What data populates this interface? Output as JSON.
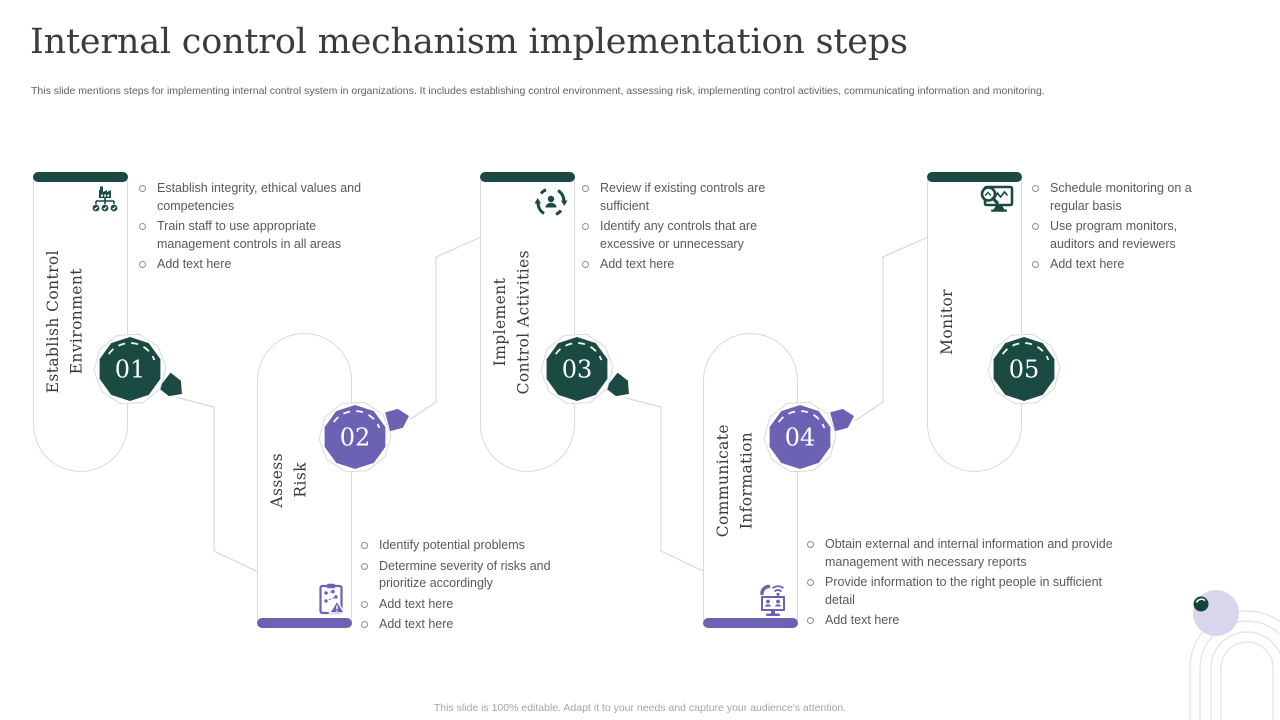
{
  "slide": {
    "title": "Internal control mechanism implementation steps",
    "subtitle": "This slide mentions steps for implementing internal control system in organizations. It includes establishing control environment, assessing risk, implementing control activities, communicating information and monitoring.",
    "footer": "This slide is 100% editable. Adapt it to your needs and capture your audience's attention."
  },
  "colors": {
    "teal": "#1a4a42",
    "purple": "#6c62b4",
    "lavender": "#d9d5ec",
    "outline_gray": "#dadada",
    "body_text": "#595959"
  },
  "steps": [
    {
      "number": "01",
      "theme": "teal",
      "label_lines": [
        "Establish Control",
        "Environment"
      ],
      "icon": "org-chart-icon",
      "bullets": [
        "Establish integrity, ethical values and competencies",
        "Train staff to use appropriate management controls in all areas",
        "Add text here"
      ]
    },
    {
      "number": "02",
      "theme": "purple",
      "label_lines": [
        "Assess",
        "Risk"
      ],
      "icon": "risk-assessment-icon",
      "bullets": [
        "Identify potential problems",
        "Determine severity of risks and prioritize accordingly",
        "Add text here",
        "Add text here"
      ]
    },
    {
      "number": "03",
      "theme": "teal",
      "label_lines": [
        "Implement",
        "Control Activities"
      ],
      "icon": "circular-arrows-icon",
      "bullets": [
        "Review if existing controls are sufficient",
        "Identify any controls that are excessive or unnecessary",
        "Add text here"
      ]
    },
    {
      "number": "04",
      "theme": "purple",
      "label_lines": [
        "Communicate",
        "Information"
      ],
      "icon": "communication-monitor-icon",
      "bullets": [
        "Obtain external and internal information and provide management with necessary reports",
        "Provide information to the right people in sufficient detail",
        "Add text here"
      ]
    },
    {
      "number": "05",
      "theme": "teal",
      "label_lines": [
        "Monitor"
      ],
      "icon": "monitoring-analysis-icon",
      "bullets": [
        "Schedule monitoring on a regular basis",
        "Use program monitors, auditors and reviewers",
        "Add text here"
      ]
    }
  ]
}
